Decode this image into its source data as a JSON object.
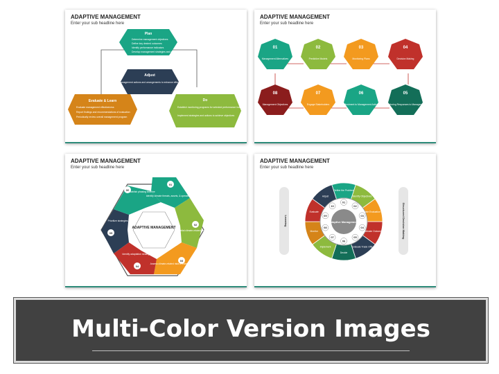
{
  "colors": {
    "teal": "#1aa585",
    "green": "#8dba3e",
    "orange": "#f39a1f",
    "red": "#c0312b",
    "navy": "#2c3e55",
    "darkred": "#8b1d1d",
    "darkteal": "#136e58",
    "banner": "#414141"
  },
  "slide1": {
    "title": "ADAPTIVE MANAGEMENT",
    "subtitle": "Enter your sub headline here",
    "plan": {
      "heading": "Plan",
      "items": [
        "Determine management objectives",
        "Define key desired outcomes",
        "Identify performance indicators",
        "Develop management strategies and actions"
      ]
    },
    "adjust": {
      "heading": "Adjust",
      "text": "Adjust management actions and arrangements to enhance effectiveness"
    },
    "evaluate": {
      "heading": "Evaluate & Learn",
      "items": [
        "Evaluate management effectiveness",
        "Report findings and recommendations of evaluation",
        "Periodically review overall management program"
      ]
    },
    "do": {
      "heading": "Do",
      "items": [
        "Establish monitoring programs for selected performance indicators",
        "Implement strategies and actions to achieve objectives"
      ]
    }
  },
  "slide2": {
    "title": "ADAPTIVE MANAGEMENT",
    "subtitle": "Enter your sub headline here",
    "steps": [
      {
        "num": "01",
        "label": "Management Alternatives"
      },
      {
        "num": "02",
        "label": "Predictive Models"
      },
      {
        "num": "03",
        "label": "Monitoring Plans"
      },
      {
        "num": "04",
        "label": "Decision Making"
      },
      {
        "num": "05",
        "label": "Monitoring Responses to Management"
      },
      {
        "num": "06",
        "label": "Adjustment to Management Actions"
      },
      {
        "num": "07",
        "label": "Engage Stakeholders"
      },
      {
        "num": "08",
        "label": "Management Objectives"
      }
    ]
  },
  "slide3": {
    "title": "ADAPTIVE MANAGEMENT",
    "subtitle": "Enter your sub headline here",
    "center": "ADAPTIVE MANAGEMENT",
    "items": [
      {
        "num": "01",
        "label": "Identify climate threats, assets, & operations"
      },
      {
        "num": "02",
        "label": "Identify potential climate-related impacts"
      },
      {
        "num": "03",
        "label": "Assess climate-related risks & vulnerabilities"
      },
      {
        "num": "04",
        "label": "Identify adaptation strategies"
      },
      {
        "num": "05",
        "label": "Prioritize strategies"
      },
      {
        "num": "06",
        "label": "Establish phasing timeline"
      }
    ]
  },
  "slide4": {
    "title": "ADAPTIVE MANAGEMENT",
    "subtitle": "Enter your sub headline here",
    "center": "Adaptive Management",
    "left_label": "Learning",
    "right_label": "Structured Decision Making",
    "segments": [
      {
        "num": "01",
        "label": "Define the Problem"
      },
      {
        "num": "02",
        "label": "Identify Objectives"
      },
      {
        "num": "03",
        "label": "Formulate Evaluation Criteria"
      },
      {
        "num": "04",
        "label": "Estimate Outcomes"
      },
      {
        "num": "05",
        "label": "Evaluate Trade Offs"
      },
      {
        "num": "06",
        "label": "Decide"
      },
      {
        "num": "07",
        "label": "Implement"
      },
      {
        "num": "08",
        "label": "Monitor"
      },
      {
        "num": "09",
        "label": "Evaluate"
      },
      {
        "num": "10",
        "label": "Adjust"
      }
    ]
  },
  "banner": {
    "text": "Multi-Color Version Images"
  }
}
